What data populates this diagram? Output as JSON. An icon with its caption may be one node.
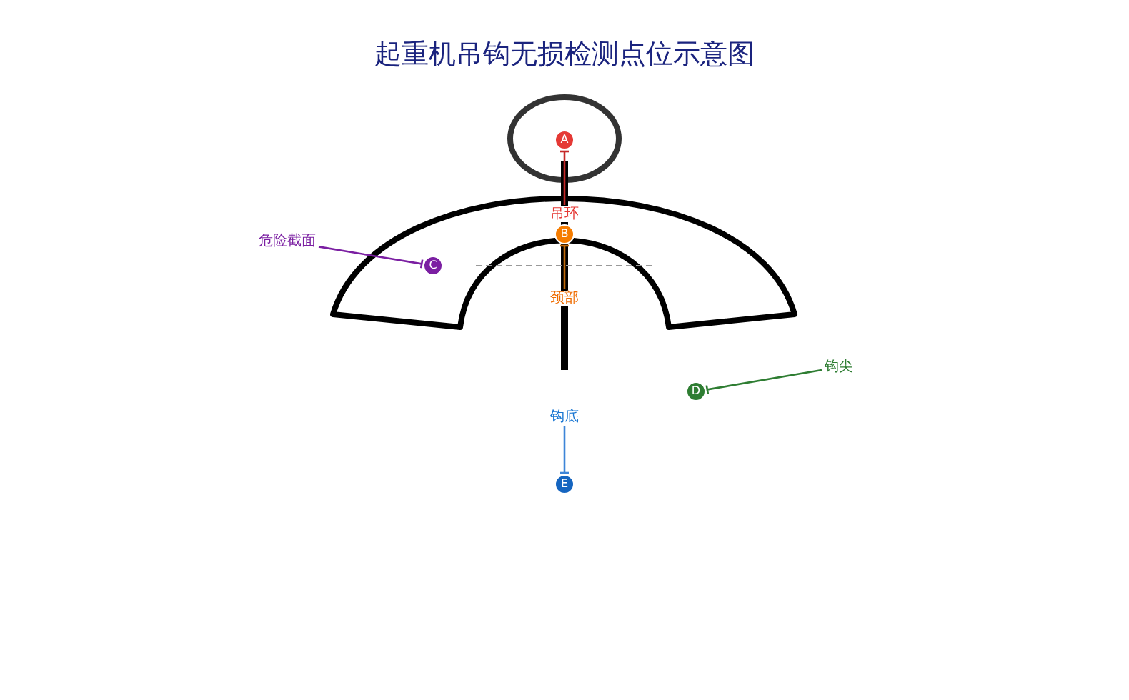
{
  "diagram": {
    "title": "起重机吊钩无损检测点位示意图",
    "nodes": [
      {
        "text": [
          "A"
        ]
      },
      {
        "text": [
          "吊环"
        ]
      },
      {
        "text": [
          "B"
        ]
      },
      {
        "text": [
          "危险截面"
        ]
      },
      {
        "text": [
          "C"
        ]
      },
      {
        "text": [
          "颈部"
        ]
      },
      {
        "text": [
          "钩尖"
        ]
      },
      {
        "text": [
          "D"
        ]
      },
      {
        "text": [
          "钩底"
        ]
      },
      {
        "text": [
          "E"
        ]
      }
    ],
    "edges": [
      {
        "from": 1,
        "to": 0,
        "arrow": "other",
        "color": "#c62828"
      },
      {
        "from": 3,
        "to": 4,
        "arrow": "other",
        "color": "#7b1fa2"
      },
      {
        "from": 5,
        "to": 2,
        "arrow": "other",
        "color": "#c06a0a"
      },
      {
        "from": 6,
        "to": 7,
        "arrow": "other",
        "color": "#2e7d32"
      },
      {
        "from": 8,
        "to": 9,
        "arrow": "other",
        "color": "#3d85d8"
      }
    ]
  }
}
